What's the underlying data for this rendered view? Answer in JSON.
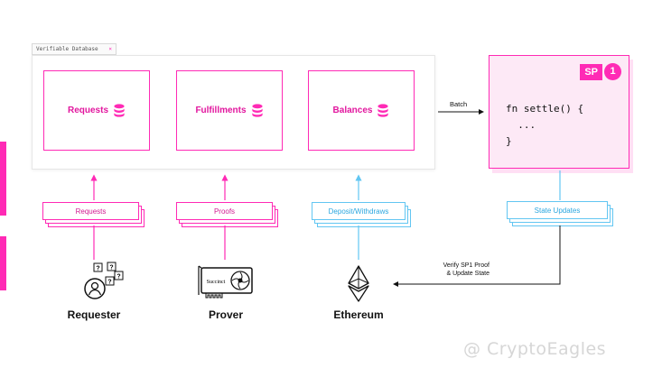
{
  "colors": {
    "accent": "#ff2ab5",
    "accent_light": "#fde9f6",
    "blue": "#62c6f2"
  },
  "database": {
    "tag": "Verifiable Database",
    "tag_close": "×",
    "items": [
      {
        "label": "Requests",
        "icon": "database-icon"
      },
      {
        "label": "Fulfillments",
        "icon": "database-icon"
      },
      {
        "label": "Balances",
        "icon": "database-icon"
      }
    ]
  },
  "batch_label": "Batch",
  "sp1": {
    "badge_text": "SP",
    "badge_number": "1",
    "code_lines": [
      "fn settle() {",
      "  ...",
      "}"
    ]
  },
  "stacks": {
    "requests": "Requests",
    "proofs": "Proofs",
    "deposit": "Deposit/Withdraws",
    "state_updates": "State Updates"
  },
  "nodes": {
    "requester": "Requester",
    "prover": "Prover",
    "ethereum": "Ethereum"
  },
  "verify_note": [
    "Verify SP1 Proof",
    "& Update State"
  ],
  "prover_card_brand": "Succinct",
  "watermark": "@ CryptoEagles"
}
